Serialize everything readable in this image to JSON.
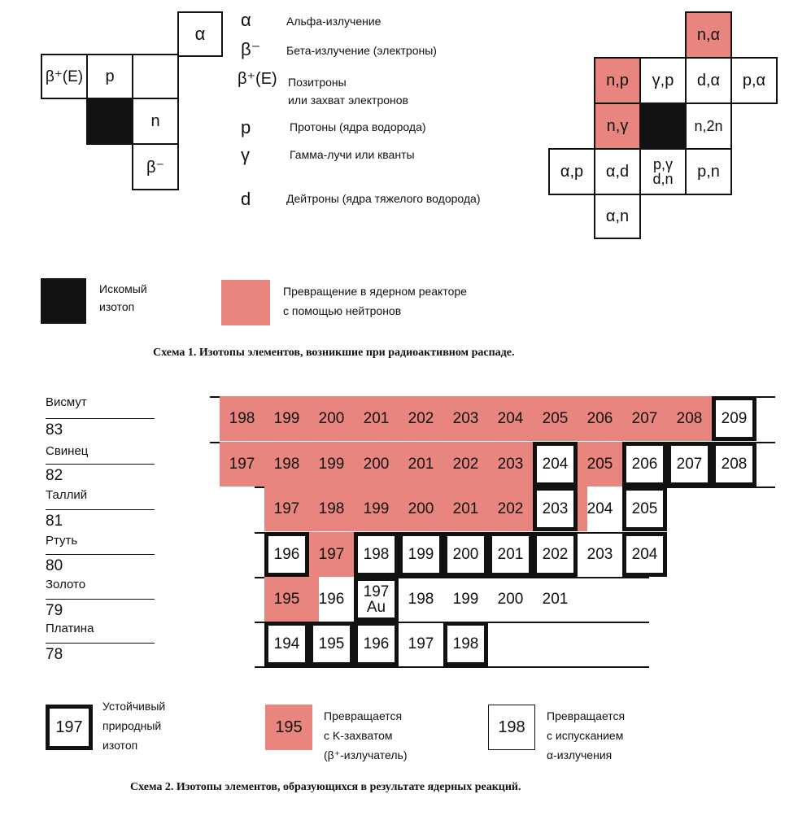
{
  "scheme1": {
    "left_diagram": {
      "alpha": "α",
      "beta_plus": "β⁺(E)",
      "p": "p",
      "n": "n",
      "beta_minus": "β⁻"
    },
    "legend_items": [
      {
        "symbol": "α",
        "text": "Альфа-излучение"
      },
      {
        "symbol": "β⁻",
        "text": "Бета-излучение (электроны)"
      },
      {
        "symbol": "β⁺(E)",
        "text": "Позитроны\nили захват электронов"
      },
      {
        "symbol": "p",
        "text": "Протоны (ядра водорода)"
      },
      {
        "symbol": "γ",
        "text": "Гамма-лучи или кванты"
      },
      {
        "symbol": "d",
        "text": "Дейтроны (ядра тяжелого водорода)"
      }
    ],
    "right_diagram": {
      "n_alpha": "n,α",
      "n_p": "n,p",
      "gamma_p": "γ,p",
      "d_alpha": "d,α",
      "p_alpha": "p,α",
      "n_gamma": "n,γ",
      "n_2n": "n,2n",
      "alpha_p": "α,p",
      "alpha_d": "α,d",
      "p_gamma_top": "p,γ",
      "p_gamma_bottom": "d,n",
      "p_n": "p,n",
      "alpha_n": "α,n"
    },
    "key": {
      "target_label": "Искомый\nизотоп",
      "reactor_label": "Превращение в ядерном реакторе\nс помощью нейтронов"
    },
    "caption": "Схема 1. Изотопы элементов, возникшие при радиоактивном распаде."
  },
  "scheme2": {
    "elements": [
      {
        "name": "Висмут",
        "z": "83"
      },
      {
        "name": "Свинец",
        "z": "82"
      },
      {
        "name": "Таллий",
        "z": "81"
      },
      {
        "name": "Ртуть",
        "z": "80"
      },
      {
        "name": "Золото",
        "z": "79"
      },
      {
        "name": "Платина",
        "z": "78"
      }
    ],
    "rows": [
      {
        "element": "Висмут",
        "cells": [
          {
            "mass": "198",
            "kind": "k"
          },
          {
            "mass": "199",
            "kind": "k"
          },
          {
            "mass": "200",
            "kind": "k"
          },
          {
            "mass": "201",
            "kind": "k"
          },
          {
            "mass": "202",
            "kind": "k"
          },
          {
            "mass": "203",
            "kind": "k"
          },
          {
            "mass": "204",
            "kind": "k"
          },
          {
            "mass": "205",
            "kind": "k"
          },
          {
            "mass": "206",
            "kind": "k"
          },
          {
            "mass": "207",
            "kind": "k"
          },
          {
            "mass": "208",
            "kind": "k"
          },
          {
            "mass": "209",
            "kind": "stable"
          }
        ]
      },
      {
        "element": "Свинец",
        "cells": [
          {
            "mass": "197",
            "kind": "k"
          },
          {
            "mass": "198",
            "kind": "k"
          },
          {
            "mass": "199",
            "kind": "k"
          },
          {
            "mass": "200",
            "kind": "k"
          },
          {
            "mass": "201",
            "kind": "k"
          },
          {
            "mass": "202",
            "kind": "k"
          },
          {
            "mass": "203",
            "kind": "k"
          },
          {
            "mass": "204",
            "kind": "stable"
          },
          {
            "mass": "205",
            "kind": "k"
          },
          {
            "mass": "206",
            "kind": "stable"
          },
          {
            "mass": "207",
            "kind": "stable"
          },
          {
            "mass": "208",
            "kind": "stable"
          }
        ]
      },
      {
        "element": "Таллий",
        "cells": [
          {
            "mass": "197",
            "kind": "k"
          },
          {
            "mass": "198",
            "kind": "k"
          },
          {
            "mass": "199",
            "kind": "k"
          },
          {
            "mass": "200",
            "kind": "k"
          },
          {
            "mass": "201",
            "kind": "k"
          },
          {
            "mass": "202",
            "kind": "k"
          },
          {
            "mass": "203",
            "kind": "stable"
          },
          {
            "mass": "204",
            "kind": "mixed"
          },
          {
            "mass": "205",
            "kind": "stable"
          }
        ]
      },
      {
        "element": "Ртуть",
        "cells": [
          {
            "mass": "196",
            "kind": "stable"
          },
          {
            "mass": "197",
            "kind": "k"
          },
          {
            "mass": "198",
            "kind": "stable"
          },
          {
            "mass": "199",
            "kind": "stable"
          },
          {
            "mass": "200",
            "kind": "stable"
          },
          {
            "mass": "201",
            "kind": "stable"
          },
          {
            "mass": "202",
            "kind": "stable"
          },
          {
            "mass": "203",
            "kind": "alpha"
          },
          {
            "mass": "204",
            "kind": "stable"
          }
        ]
      },
      {
        "element": "Золото",
        "cells": [
          {
            "mass": "195",
            "kind": "k"
          },
          {
            "mass": "196",
            "kind": "mixed"
          },
          {
            "mass": "197",
            "sub": "Au",
            "kind": "stable"
          },
          {
            "mass": "198",
            "kind": "alpha"
          },
          {
            "mass": "199",
            "kind": "alpha"
          },
          {
            "mass": "200",
            "kind": "alpha"
          },
          {
            "mass": "201",
            "kind": "alpha"
          }
        ]
      },
      {
        "element": "Платина",
        "cells": [
          {
            "mass": "194",
            "kind": "stable"
          },
          {
            "mass": "195",
            "kind": "stable"
          },
          {
            "mass": "196",
            "kind": "stable"
          },
          {
            "mass": "197",
            "kind": "alpha"
          },
          {
            "mass": "198",
            "kind": "stable"
          }
        ]
      }
    ],
    "legend": [
      {
        "box": "197",
        "text": "Устойчивый\nприродный\nизотоп"
      },
      {
        "box": "195",
        "text": "Превращается\nс K-захватом\n(β⁺-излучатель)"
      },
      {
        "box": "198",
        "text": "Превращается\nс испусканием\nα-излучения"
      }
    ],
    "caption": "Схема 2. Изотопы элементов, образующихся в результате ядерных реакций."
  },
  "colors": {
    "reactor_pink": "#e8857f",
    "target_black": "#111111"
  }
}
